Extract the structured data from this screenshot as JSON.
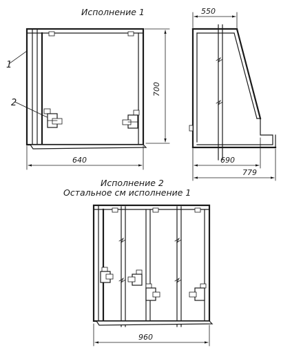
{
  "captions": {
    "variant_1": "Исполнение 1",
    "variant_2": "Исполнение 2",
    "variant_2_note": "Остальное см исполнение 1"
  },
  "dimensions": {
    "front_height": "700",
    "front_width": "640",
    "side_top": "550",
    "side_depth": "690",
    "side_overall": "779",
    "variant_2_width": "960"
  },
  "callouts": {
    "item_1": "1",
    "item_2": "2"
  }
}
